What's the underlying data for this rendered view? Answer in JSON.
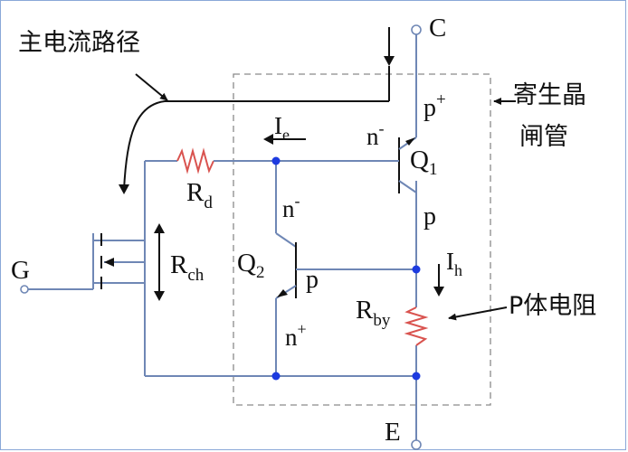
{
  "colors": {
    "wire": "#6f87b5",
    "node": "#1d3be0",
    "resistor": "#d9534f",
    "text": "#111111",
    "dashed_box": "#8a8a8a"
  },
  "labels": {
    "main_current_path": "主电流路径",
    "parasitic_thyristor_line1": "寄生晶",
    "parasitic_thyristor_line2": "闸管",
    "p_body_resistor": "P体电阻",
    "collector": "C",
    "emitter": "E",
    "gate": "G",
    "p_plus": "p",
    "p_plus_sup": "+",
    "n_minus_q1": "n",
    "n_minus_q1_sup": "-",
    "q1": "Q",
    "q1_sub": "1",
    "p_q1": "p",
    "n_minus_q2": "n",
    "n_minus_q2_sup": "-",
    "q2": "Q",
    "q2_sub": "2",
    "p_q2": "p",
    "n_plus": "n",
    "n_plus_sup": "+",
    "ie": "I",
    "ie_sub": "e",
    "ih": "I",
    "ih_sub": "h",
    "rd": "R",
    "rd_sub": "d",
    "rch": "R",
    "rch_sub": "ch",
    "rby": "R",
    "rby_sub": "by"
  }
}
